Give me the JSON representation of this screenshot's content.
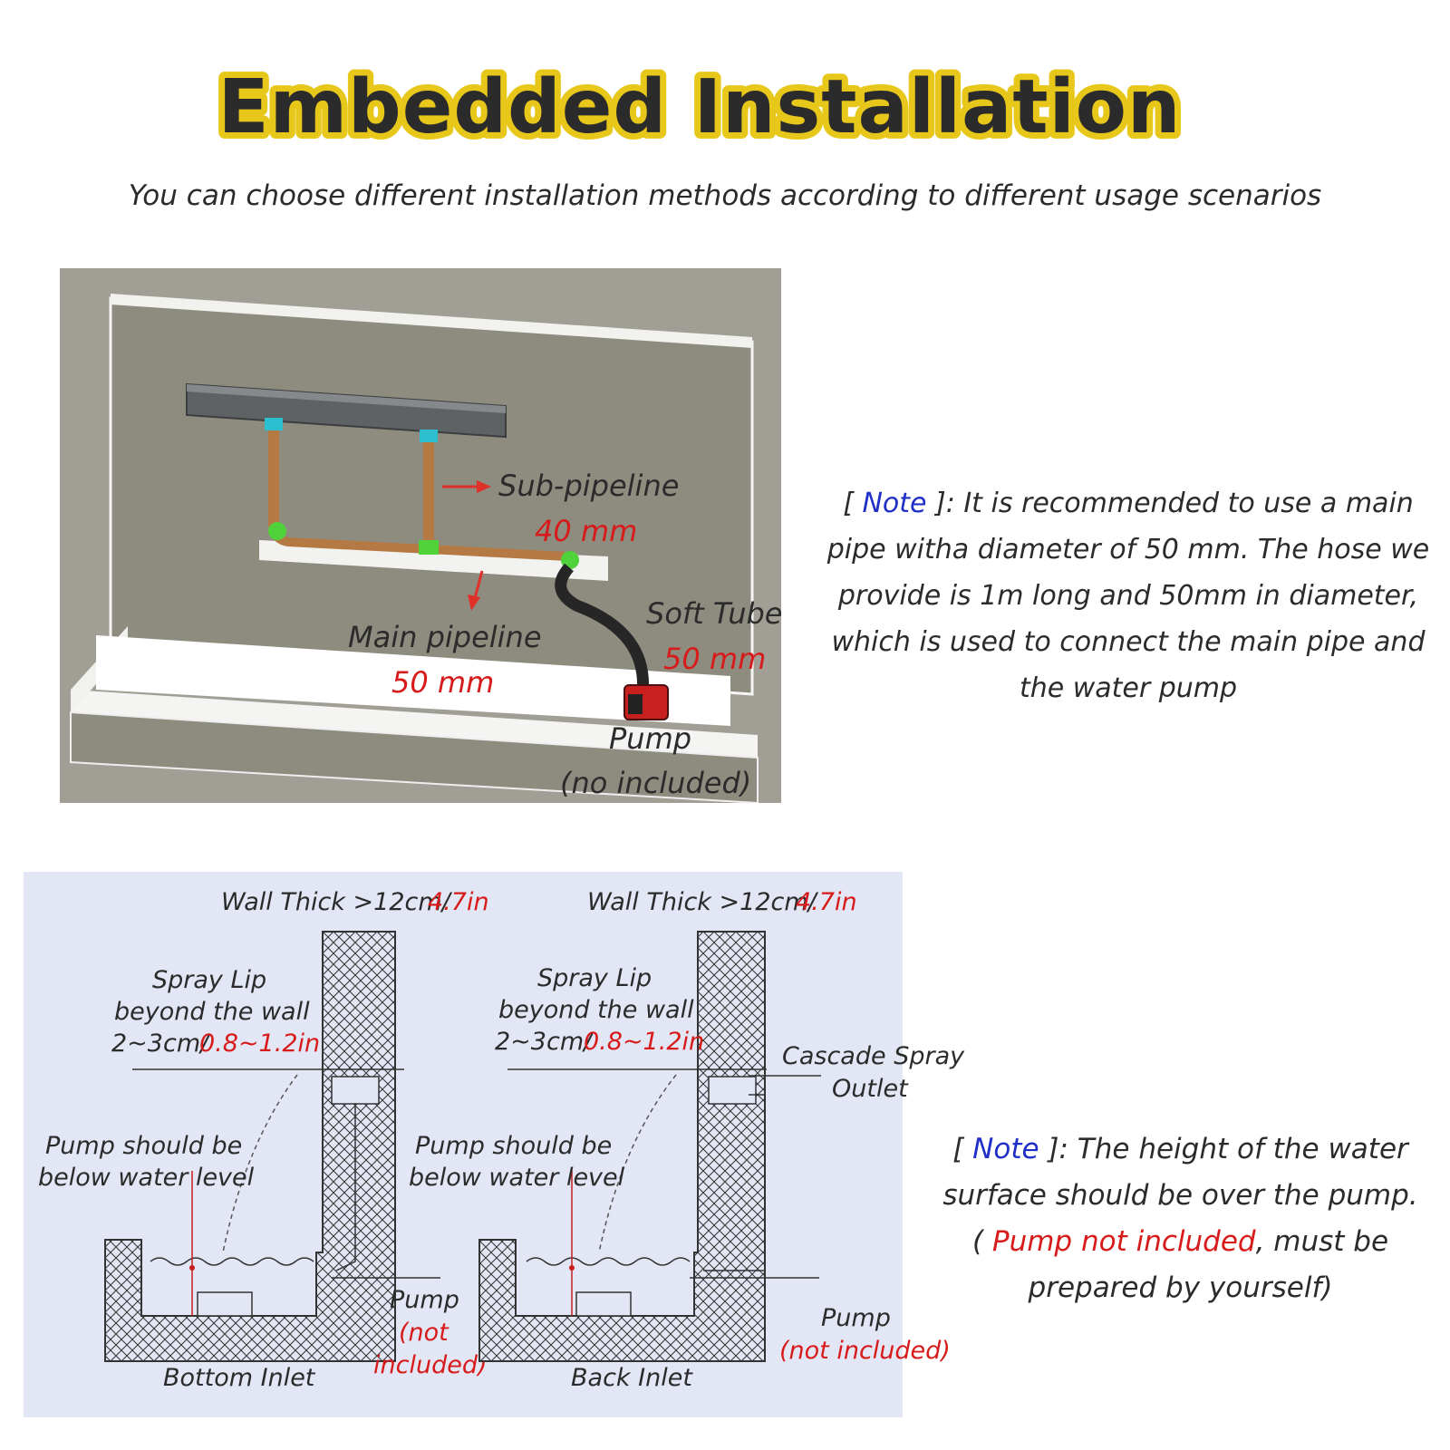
{
  "title": "Embedded  Installation",
  "subtitle": "You can choose different installation methods according to different usage scenarios",
  "illustration": {
    "sub_pipeline": {
      "name": "Sub-pipeline",
      "size": "40 mm"
    },
    "main_pipeline": {
      "name": "Main pipeline",
      "size": "50 mm"
    },
    "soft_tube": {
      "name": "Soft Tube",
      "size": "50 mm"
    },
    "pump": {
      "name": "Pump",
      "note": "(no included)"
    }
  },
  "note1": {
    "open": "[ ",
    "keyword": "Note",
    "rest": " ]: It is recommended to use a main pipe witha diameter of 50 mm. The hose we provide is 1m long and 50mm in diameter, which is used to connect the main pipe and the water pump"
  },
  "diagrams": [
    {
      "caption": "Bottom Inlet",
      "wall_label": "Wall Thick >12cm/",
      "wall_value": "4.7in",
      "lip_line1": "Spray Lip",
      "lip_line2": "beyond the wall",
      "lip_line3": "2~3cm/",
      "lip_value": "0.8~1.2in",
      "pump_line1": "Pump should be",
      "pump_line2": "below water level",
      "pump_label": "Pump",
      "pump_note1": "(not",
      "pump_note2": "included)"
    },
    {
      "caption": "Back Inlet",
      "wall_label": "Wall Thick >12cm/",
      "wall_value": "4.7in",
      "lip_line1": "Spray Lip",
      "lip_line2": "beyond the wall",
      "lip_line3": "2~3cm/",
      "lip_value": "0.8~1.2in",
      "pump_line1": "Pump should be",
      "pump_line2": "below water level",
      "outlet_line1": "Cascade Spray",
      "outlet_line2": "Outlet",
      "pump_label": "Pump",
      "pump_note": "(not included)"
    }
  ],
  "note2": {
    "open": "[ ",
    "keyword": "Note",
    "text1": " ]: The height of the water surface should be over the pump. ( ",
    "highlight": "Pump not included",
    "text2": ", must be prepared by yourself)"
  },
  "colors": {
    "title_fill": "#2b2b2b",
    "title_outline": "#e8c71b",
    "accent_red": "#d71a1a",
    "accent_blue": "#1f2fc7",
    "panel_bg": "#e3e7f5",
    "render_bg": "#a19f95"
  }
}
